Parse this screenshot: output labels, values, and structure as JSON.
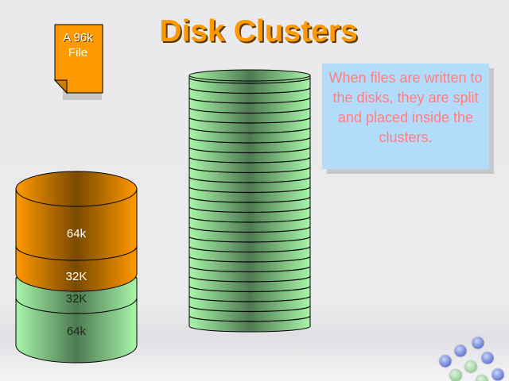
{
  "title": "Disk Clusters",
  "file_icon": {
    "line1": "A 96k",
    "line2": "File"
  },
  "note": "When files are written to the disks, they are split and placed inside the clusters.",
  "left_disk": {
    "orange_segments": [
      "64k",
      "32K"
    ],
    "green_segments": [
      "32K",
      "64k"
    ]
  },
  "right_disk": {
    "cluster_count": 25
  },
  "colors": {
    "title": "#ff9900",
    "note_bg": "#b3dcfb",
    "note_text": "#ff7f7f",
    "orange": "#ff9900",
    "green": "#a8f5a8"
  }
}
